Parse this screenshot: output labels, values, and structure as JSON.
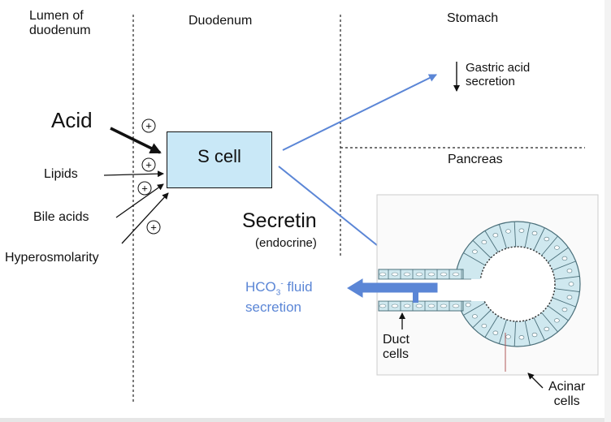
{
  "regions": {
    "lumen": "Lumen of\nduodenum",
    "duodenum": "Duodenum",
    "stomach": "Stomach",
    "pancreas": "Pancreas"
  },
  "stimuli": {
    "acid": "Acid",
    "lipids": "Lipids",
    "bile_acids": "Bile acids",
    "hyperosmolarity": "Hyperosmolarity"
  },
  "plus_sign": "+",
  "s_cell": "S cell",
  "hormone": {
    "name": "Secretin",
    "type": "(endocrine)"
  },
  "stomach_effect": {
    "line1": "Gastric acid",
    "line2": "secretion"
  },
  "pancreas_effect": {
    "hco": "HCO",
    "sub": "3",
    "sup": "-",
    "fluid": " fluid",
    "line2": "secretion"
  },
  "duct_cells": {
    "line1": "Duct",
    "line2": "cells"
  },
  "acinar_cells": {
    "line1": "Acinar",
    "line2": "cells"
  },
  "colors": {
    "blue_arrow": "#5b86d6",
    "s_cell_fill": "#c9e8f7",
    "acinus_fill": "#cfe8ef"
  }
}
